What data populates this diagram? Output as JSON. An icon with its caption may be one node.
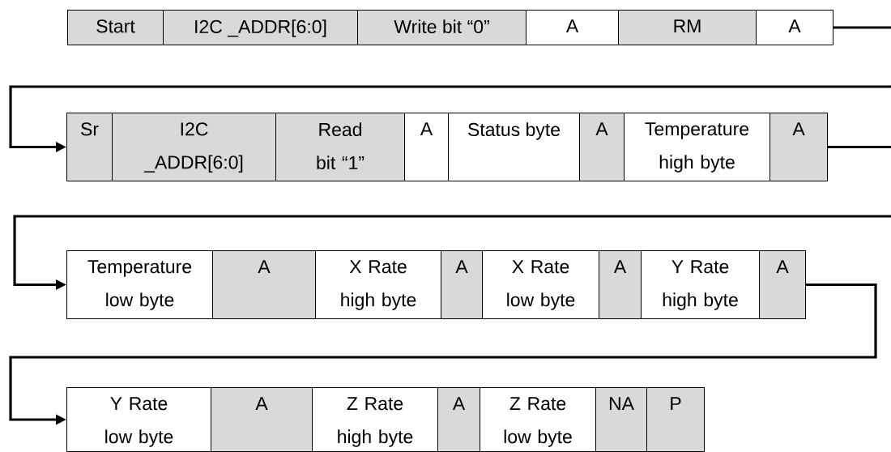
{
  "diagram": {
    "nodes": [
      {
        "text": [
          "Start"
        ]
      },
      {
        "text": [
          "I2C _ADDR[6:0]"
        ]
      },
      {
        "text": [
          "Write bit “0”"
        ]
      },
      {
        "text": [
          "A"
        ]
      },
      {
        "text": [
          "RM"
        ]
      },
      {
        "text": [
          "A"
        ]
      },
      {
        "text": [
          "Sr"
        ]
      },
      {
        "text": [
          "I2C _ADDR[6:0]"
        ]
      },
      {
        "text": [
          "Read bit “1”"
        ]
      },
      {
        "text": [
          "A"
        ]
      },
      {
        "text": [
          "Status byte"
        ]
      },
      {
        "text": [
          "A"
        ]
      },
      {
        "text": [
          "Temperature high byte"
        ]
      },
      {
        "text": [
          "A"
        ]
      },
      {
        "text": [
          "Temperature low byte"
        ]
      },
      {
        "text": [
          "A"
        ]
      },
      {
        "text": [
          "X Rate high byte"
        ]
      },
      {
        "text": [
          "A"
        ]
      },
      {
        "text": [
          "X Rate low byte"
        ]
      },
      {
        "text": [
          "A"
        ]
      },
      {
        "text": [
          "Y Rate high byte"
        ]
      },
      {
        "text": [
          "A"
        ]
      },
      {
        "text": [
          "Y Rate low byte"
        ]
      },
      {
        "text": [
          "A"
        ]
      },
      {
        "text": [
          "Z Rate high byte"
        ]
      },
      {
        "text": [
          "A"
        ]
      },
      {
        "text": [
          "Z Rate low byte"
        ]
      },
      {
        "text": [
          "NA"
        ]
      },
      {
        "text": [
          "P"
        ]
      }
    ],
    "edges": [
      {
        "from": 5,
        "to": 6,
        "arrow": "to"
      },
      {
        "from": 13,
        "to": 14,
        "arrow": "to"
      },
      {
        "from": 21,
        "to": 22,
        "arrow": "to"
      }
    ]
  }
}
